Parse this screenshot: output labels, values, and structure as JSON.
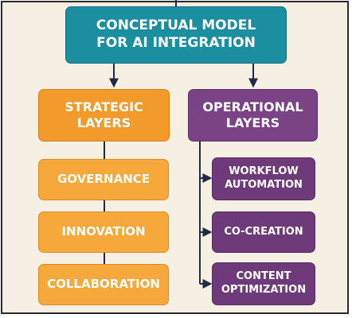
{
  "diagram": {
    "title": "CONCEPTUAL MODEL\nFOR AI INTEGRATION",
    "strategic": {
      "header": "STRATEGIC\nLAYERS",
      "items": [
        "GOVERNANCE",
        "INNOVATION",
        "COLLABORATION"
      ]
    },
    "operational": {
      "header": "OPERATIONAL\nLAYERS",
      "items": [
        "WORKFLOW\nAUTOMATION",
        "CO-CREATION",
        "CONTENT\nOPTIMIZATION"
      ]
    },
    "colors": {
      "teal": "#1b8fa0",
      "orange": "#f39a2c",
      "purple": "#7a4386",
      "connector": "#1f2a44",
      "background": "#f6efe4"
    }
  }
}
